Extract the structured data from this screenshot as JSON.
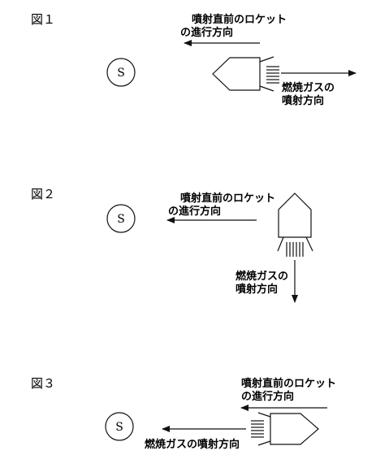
{
  "figures": [
    {
      "label": "図１",
      "star_label": "S",
      "rocket_direction_label": [
        "噴射直前のロケット",
        "の進行方向"
      ],
      "gas_direction_label": [
        "燃焼ガスの",
        "噴射方向"
      ]
    },
    {
      "label": "図２",
      "star_label": "S",
      "rocket_direction_label": [
        "噴射直前のロケット",
        "の進行方向"
      ],
      "gas_direction_label": [
        "燃焼ガスの",
        "噴射方向"
      ]
    },
    {
      "label": "図３",
      "star_label": "S",
      "rocket_direction_label": [
        "噴射直前のロケット",
        "の進行方向"
      ],
      "gas_direction_label": [
        "燃焼ガスの噴射方向"
      ]
    }
  ],
  "colors": {
    "ink": "#111111",
    "background": "#ffffff"
  }
}
